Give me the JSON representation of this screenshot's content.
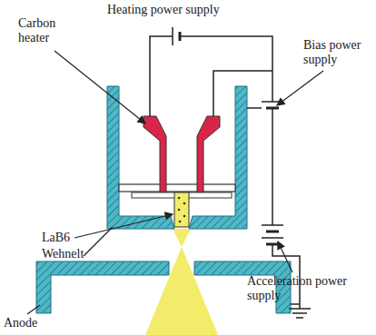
{
  "diagram": {
    "labels": [
      "Heating power supply",
      "Carbon heater",
      "Bias power supply",
      "LaB6",
      "Wehnelt",
      "Acceleration power supply",
      "Anode"
    ]
  }
}
